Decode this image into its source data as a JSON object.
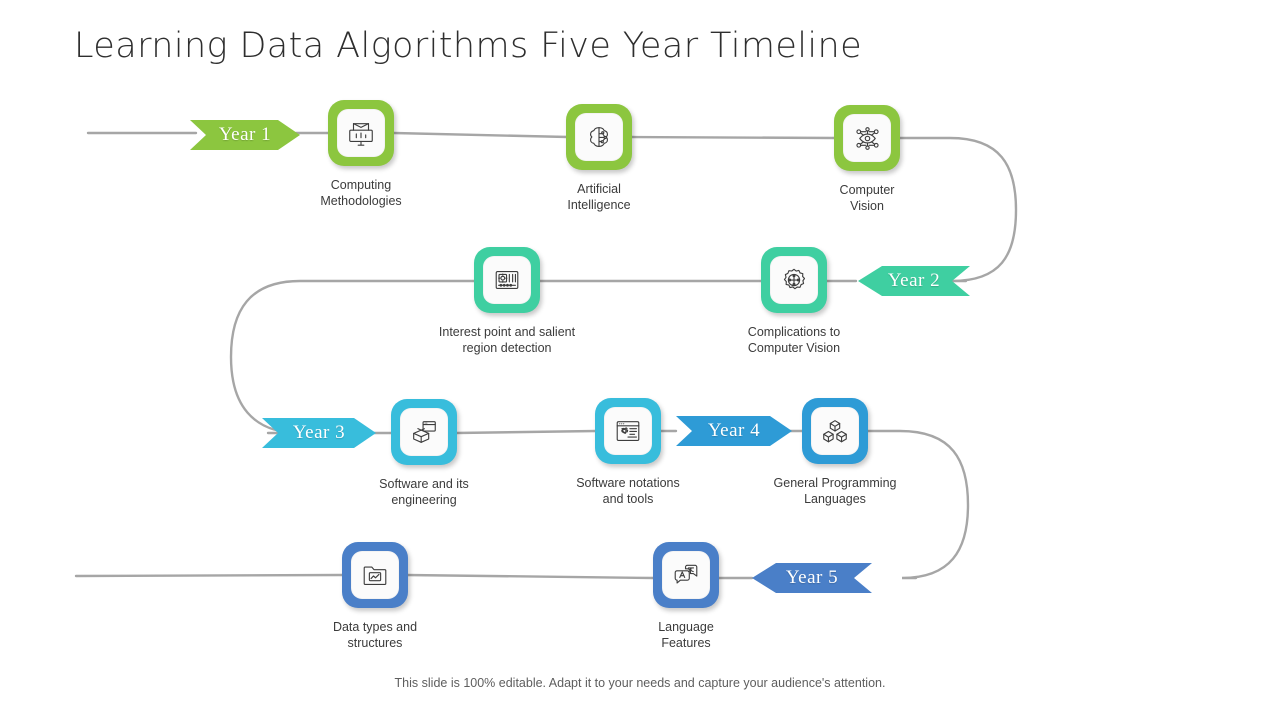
{
  "slide": {
    "title": "Learning Data Algorithms Five Year Timeline",
    "footer": "This slide is 100% editable. Adapt it to your needs and capture your audience's attention."
  },
  "colors": {
    "year1": "#8CC63F",
    "year2": "#3FCFA1",
    "year3": "#38BDDC",
    "year4": "#2E9BD6",
    "year5": "#4A7FC8",
    "connector": "#a6a6a6",
    "title": "#2e2e2e",
    "caption": "#3b3b3b",
    "footer": "#5e5e5e"
  },
  "banners": [
    {
      "label": "Year 1",
      "direction": "right",
      "color_key": "year1"
    },
    {
      "label": "Year 2",
      "direction": "left",
      "color_key": "year2"
    },
    {
      "label": "Year 3",
      "direction": "right",
      "color_key": "year3"
    },
    {
      "label": "Year 4",
      "direction": "right",
      "color_key": "year4"
    },
    {
      "label": "Year 5",
      "direction": "left",
      "color_key": "year5"
    }
  ],
  "nodes": [
    {
      "label": "Computing\nMethodologies",
      "line1": "Computing",
      "line2": "Methodologies",
      "icon": "monitor-presentation-icon",
      "color_key": "year1"
    },
    {
      "label": "Artificial\nIntelligence",
      "line1": "Artificial",
      "line2": "Intelligence",
      "icon": "brain-circuit-icon",
      "color_key": "year1"
    },
    {
      "label": "Computer\nVision",
      "line1": "Computer",
      "line2": "Vision",
      "icon": "eye-network-icon",
      "color_key": "year1"
    },
    {
      "label": "Interest point and salient\nregion detection",
      "line1": "Interest point and salient",
      "line2": "region detection",
      "icon": "detection-panel-icon",
      "color_key": "year2"
    },
    {
      "label": "Complications to\nComputer Vision",
      "line1": "Complications to",
      "line2": "Computer Vision",
      "icon": "gear-network-icon",
      "color_key": "year2"
    },
    {
      "label": "Software and its\nengineering",
      "line1": "Software and its",
      "line2": "engineering",
      "icon": "open-box-window-icon",
      "color_key": "year3"
    },
    {
      "label": "Software notations\nand tools",
      "line1": "Software notations",
      "line2": "and tools",
      "icon": "browser-gear-icon",
      "color_key": "year3"
    },
    {
      "label": "General Programming\nLanguages",
      "line1": "General Programming",
      "line2": "Languages",
      "icon": "stacked-cubes-icon",
      "color_key": "year4"
    },
    {
      "label": "Data types and\nstructures",
      "line1": "Data types and",
      "line2": "structures",
      "icon": "folder-chart-icon",
      "color_key": "year5"
    },
    {
      "label": "Language\nFeatures",
      "line1": "Language",
      "line2": "Features",
      "icon": "translate-bubbles-icon",
      "color_key": "year5"
    }
  ]
}
